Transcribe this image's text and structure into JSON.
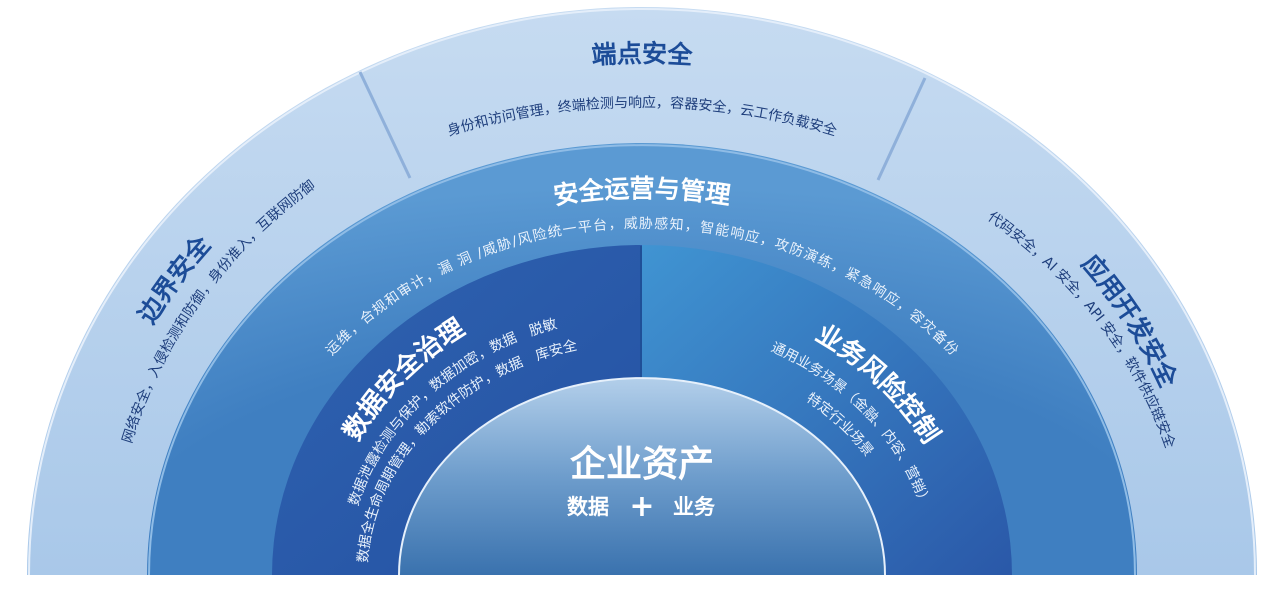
{
  "outer_ring": {
    "left": {
      "title": "边界安全",
      "subtitle": "网络安全，入侵检测和防御，身份准入，互联网防御"
    },
    "top": {
      "title": "端点安全",
      "subtitle": "身份和访问管理，终端检测与响应，容器安全，云工作负载安全"
    },
    "right": {
      "title": "应用开发安全",
      "subtitle": "代码安全，AI 安全，API 安全，软件供应链安全"
    }
  },
  "middle_ring": {
    "title": "安全运营与管理",
    "subtitle": "运维，合规和审计，漏 洞 /威胁/风险统一平台，威胁感知，智能响应，攻防演练，紧急响应，容灾备份"
  },
  "inner_ring": {
    "left": {
      "title": "数据安全治理",
      "lines": [
        "数据泄露检测与保护，数据加密，数据　脱敏",
        "数据全生命周期管理，勒索软件防护，数据　库安全"
      ]
    },
    "right": {
      "title": "业务风险控制",
      "lines": [
        "通用业务场景（金融、内容、营销）",
        "特定行业场景"
      ]
    }
  },
  "core": {
    "title": "企业资产",
    "left": "数据",
    "plus": "+",
    "right": "业务"
  },
  "colors": {
    "outer": "#b5cfeb",
    "middle": "#4a89c6",
    "inner_left": "#2b5cab",
    "inner_right": "#3a8bcd",
    "core_top": "#a9c7e5",
    "core_bottom": "#3b74b0"
  }
}
